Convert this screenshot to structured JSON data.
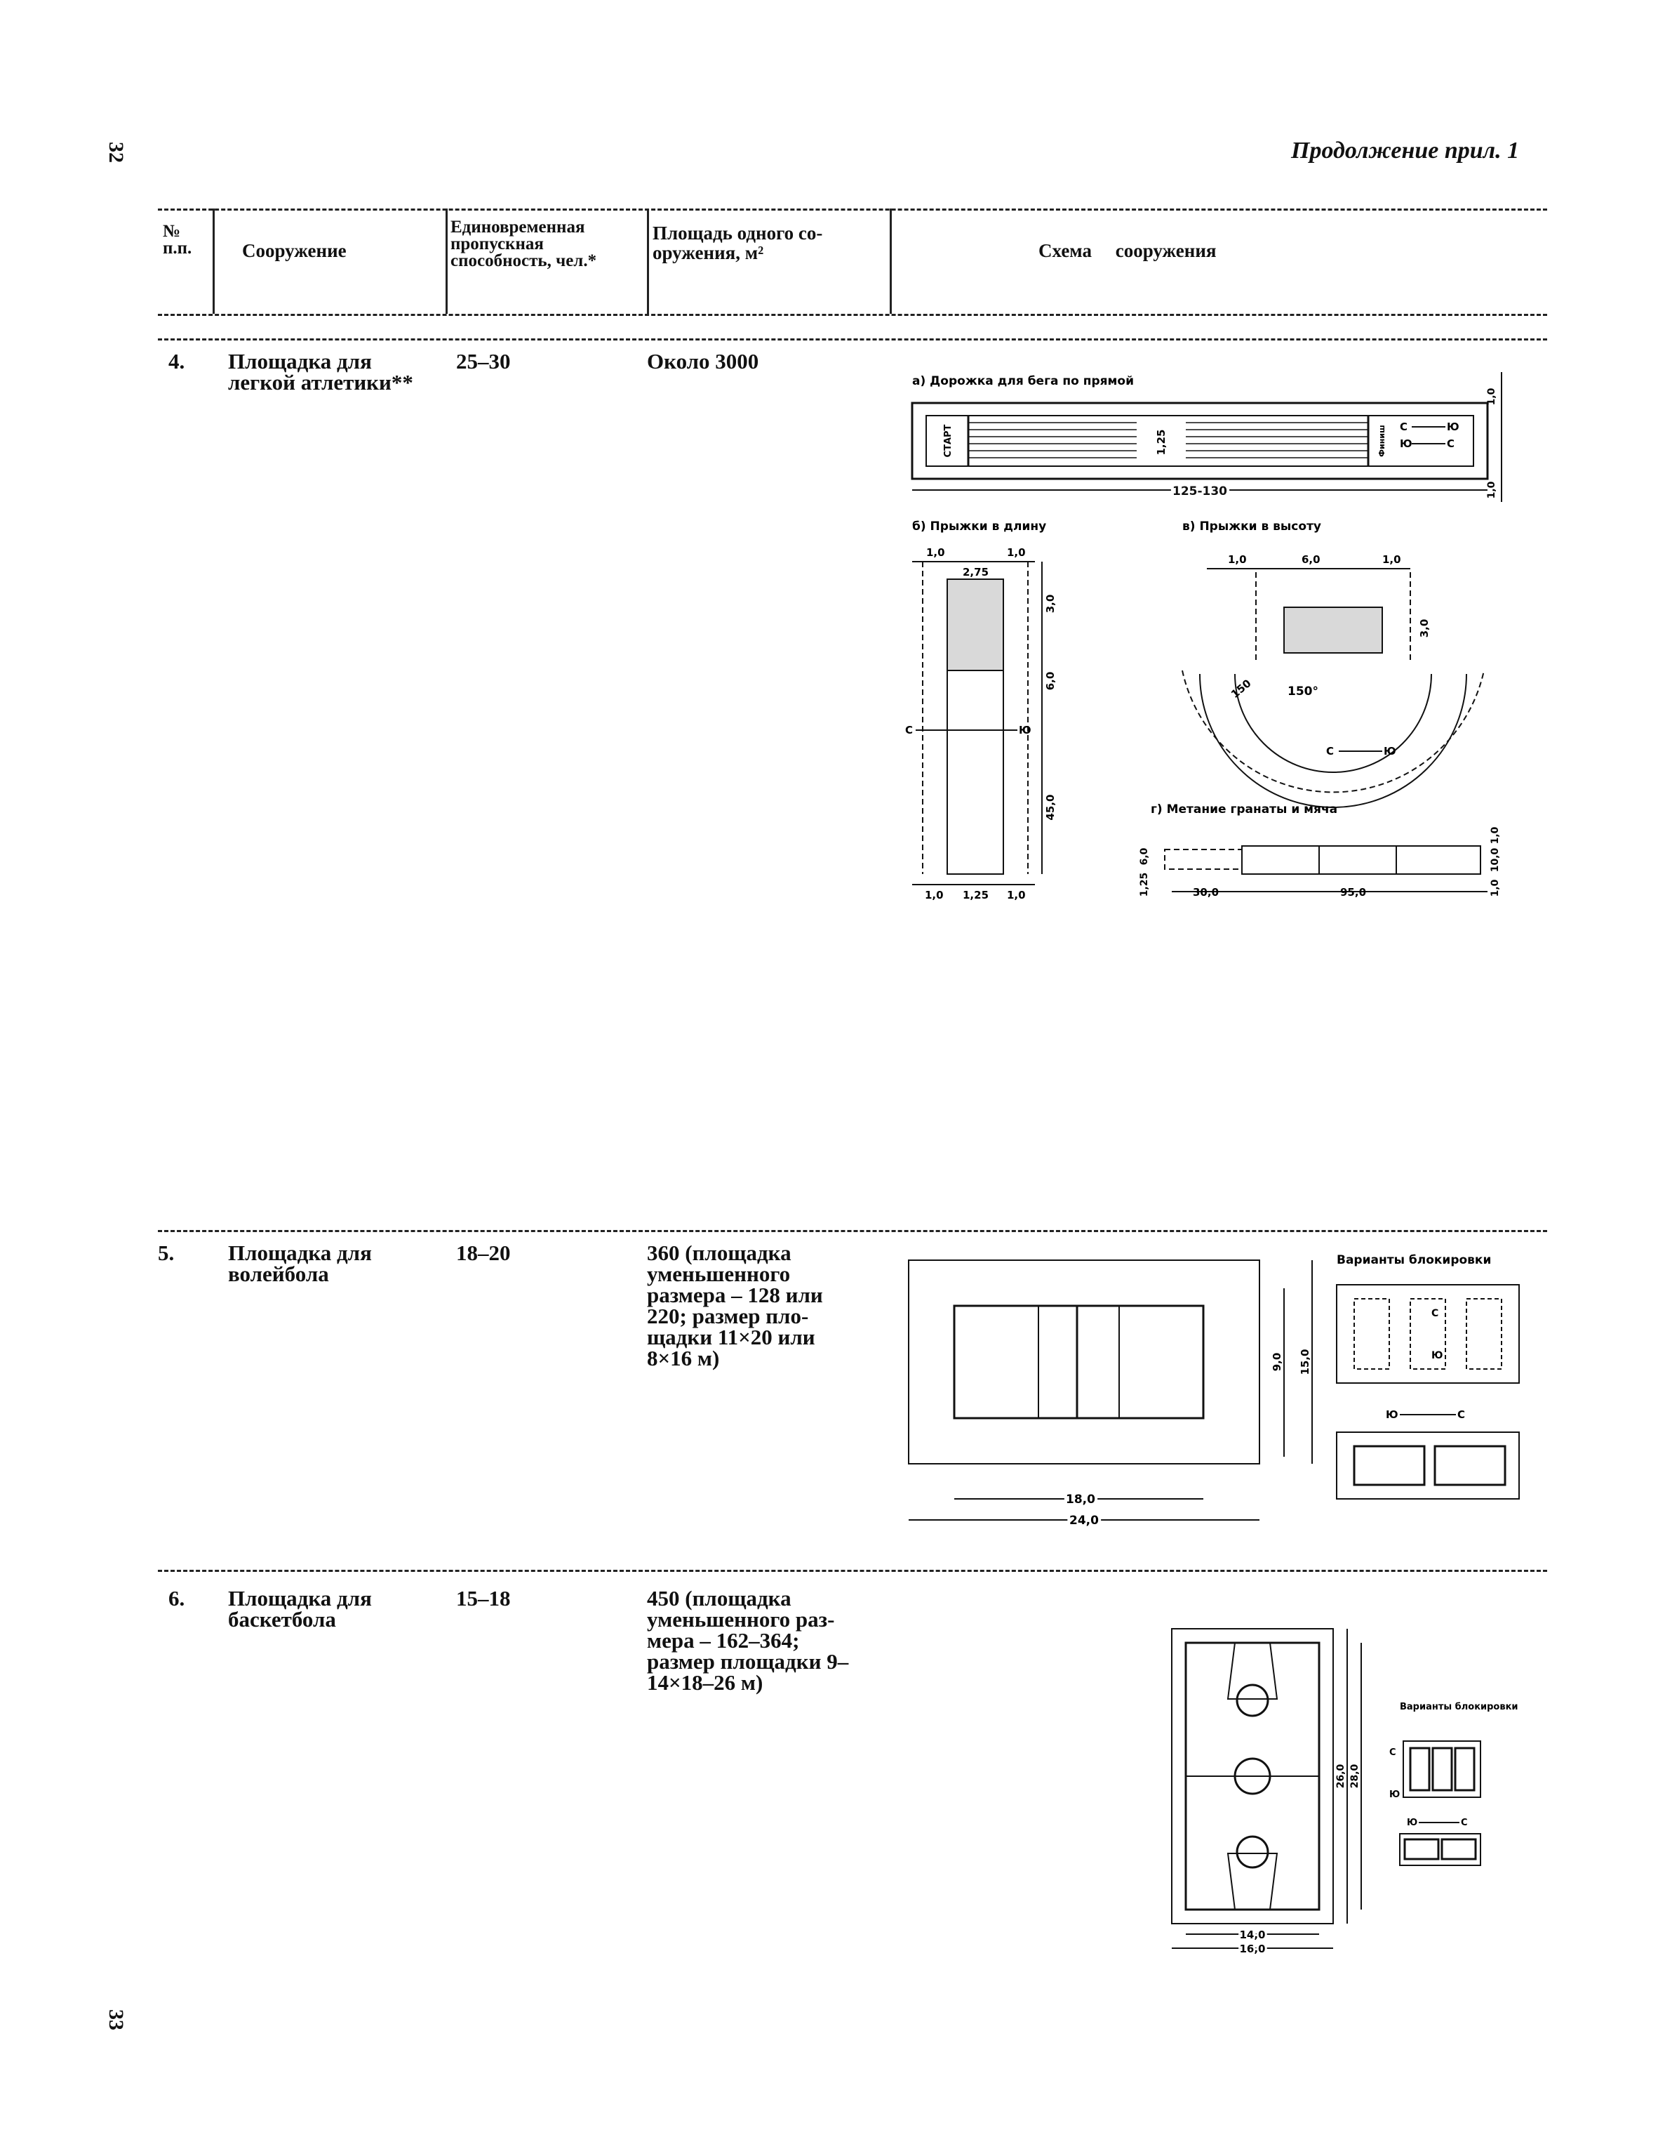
{
  "page": {
    "page_number_top": "32",
    "page_number_bottom": "33",
    "continuation": "Продолжение прил. 1"
  },
  "table": {
    "headers": {
      "num": "№ п.п.",
      "name": "Сооружение",
      "capacity": "Единовременная пропускная способность, чел.*",
      "area": "Площадь одного со-оружения, м²",
      "scheme": "Схема     сооружения"
    },
    "rows": [
      {
        "num": "4.",
        "name": "Площадка для легкой атлетики**",
        "capacity": "25–30",
        "area": "Около 3000"
      },
      {
        "num": "5.",
        "name": "Площадка для волейбола",
        "capacity": "18–20",
        "area": "360 (площадка уменьшенного размера – 128 или 220; размер пло-щадки 11×20 или 8×16 м)"
      },
      {
        "num": "6.",
        "name": "Площадка для баскетбола",
        "capacity": "15–18",
        "area": "450 (площадка уменьшенного раз-мера – 162–364; размер площадки 9–14×18–26 м)"
      }
    ]
  },
  "diagrams": {
    "athletics": {
      "track_caption": "а) Дорожка для бега по прямой",
      "start_label": "СТАРТ",
      "finish_label": "Финиш",
      "track_length": "125-130",
      "track_width": "1,25",
      "margin": "1,0",
      "long_jump_caption": "б) Прыжки в длину",
      "long_jump_dims": [
        "1,0",
        "2,75",
        "1,0",
        "3,0",
        "6,0",
        "45,0",
        "1,0",
        "1,25",
        "1,0"
      ],
      "high_jump_caption": "в) Прыжки в высоту",
      "high_jump_dims": [
        "1,0",
        "6,0",
        "1,0",
        "3,0"
      ],
      "high_jump_angle": "150°",
      "high_jump_radius": "150",
      "throw_caption": "г) Метание гранаты и мяча",
      "throw_dims": [
        "6,0",
        "1,25",
        "30,0",
        "95,0",
        "1,0",
        "10,0",
        "1,0"
      ],
      "north": "С",
      "south": "Ю"
    },
    "volleyball": {
      "variants_caption": "Варианты блокировки",
      "dims": [
        "9,0",
        "15,0",
        "18,0",
        "24,0"
      ],
      "north": "С",
      "south": "Ю"
    },
    "basketball": {
      "variants_caption": "Варианты блокировки",
      "dims": [
        "26,0",
        "28,0",
        "14,0",
        "16,0"
      ],
      "north": "С",
      "south": "Ю"
    }
  }
}
